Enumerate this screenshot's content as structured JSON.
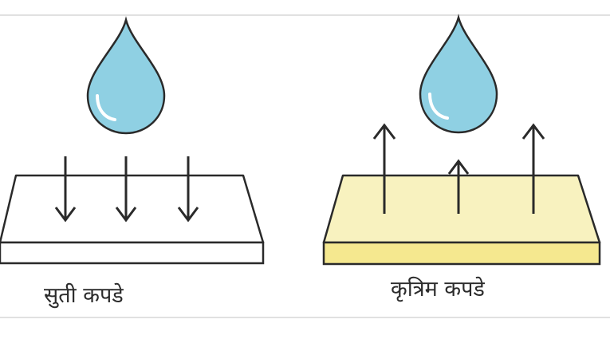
{
  "panels": [
    {
      "caption": "सुती कपडे",
      "fabric_color": "#ffffff",
      "arrow_direction": "down",
      "arrow_count": 3
    },
    {
      "caption": "कृत्रिम कपडे",
      "fabric_color": "#f8f2bf",
      "fabric_edge_color": "#f5e88f",
      "arrow_direction": "up",
      "arrow_count": 3
    }
  ],
  "colors": {
    "drop_fill": "#8fd0e3",
    "drop_stroke": "#2a2a2a",
    "line": "#2a2a2a",
    "frame_line": "#d7d7d7"
  }
}
